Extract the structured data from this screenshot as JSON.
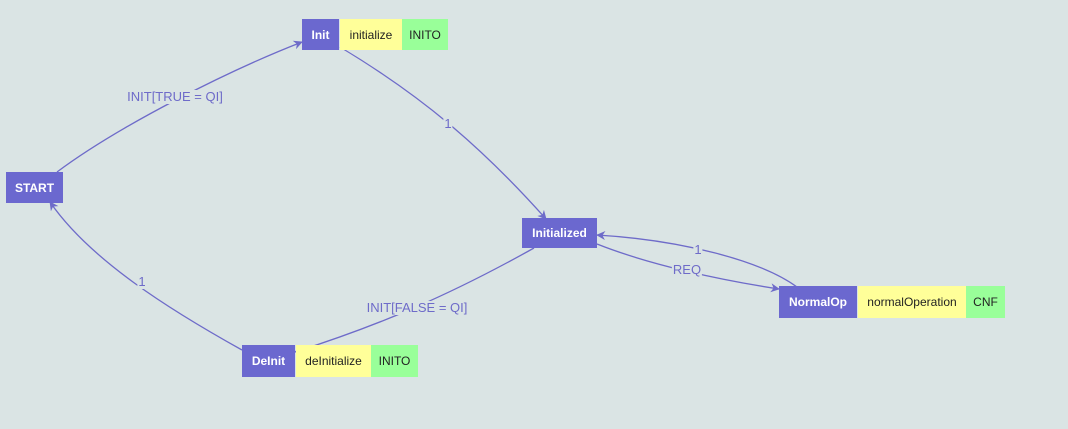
{
  "colors": {
    "background": "#dae4e4",
    "state": "#6b68cf",
    "algorithm": "#ffff99",
    "output_event": "#99ff99",
    "edge": "#6e6bc9"
  },
  "states": {
    "start": {
      "label": "START"
    },
    "init": {
      "label": "Init",
      "algorithm": "initialize",
      "output": "INITO"
    },
    "initialized": {
      "label": "Initialized"
    },
    "normalop": {
      "label": "NormalOp",
      "algorithm": "normalOperation",
      "output": "CNF"
    },
    "deinit": {
      "label": "DeInit",
      "algorithm": "deInitialize",
      "output": "INITO"
    }
  },
  "transitions": {
    "start_to_init": {
      "condition": "INIT[TRUE = QI]"
    },
    "init_to_initialized": {
      "condition": "1"
    },
    "initialized_to_normalop": {
      "condition": "REQ"
    },
    "normalop_to_initialized": {
      "condition": "1"
    },
    "initialized_to_deinit": {
      "condition": "INIT[FALSE = QI]"
    },
    "deinit_to_start": {
      "condition": "1"
    }
  }
}
